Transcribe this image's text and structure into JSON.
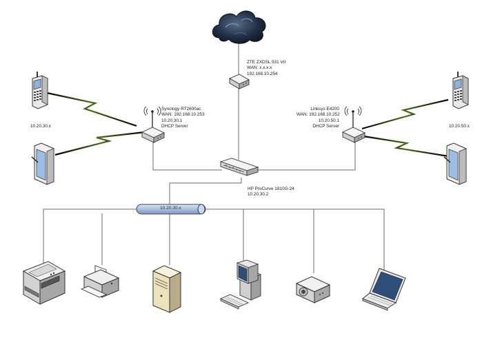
{
  "modem": {
    "name": "ZTE ZXDSL 931 VII",
    "wan": "WAN: x.x.x.x",
    "ip": "192.168.10.254"
  },
  "router_left": {
    "name": "Synology RT2600ac",
    "wan": "WAN: 192.168.10.253",
    "lan": "10.20.30.1",
    "role": "DHCP Server"
  },
  "router_right": {
    "name": "Linksys E4200",
    "wan": "WAN: 192.168.10.252",
    "lan": "10.20.50.1",
    "role": "DHCP Server"
  },
  "switch": {
    "name": "HP ProCurve 1810G-24",
    "ip": "10.20.30.2"
  },
  "subnet_left": "10.20.30.x",
  "subnet_right": "10.20.50.x",
  "bus": "10.20.30.x",
  "devices": [
    "multifunction-printer",
    "printer",
    "server",
    "desktop-computer",
    "projector",
    "laptop"
  ],
  "colors": {
    "cloud": "#1c2a3e",
    "bus_fill": "#a9bfdc",
    "bus_stroke": "#33465f",
    "wireless": "#2b3d14"
  }
}
